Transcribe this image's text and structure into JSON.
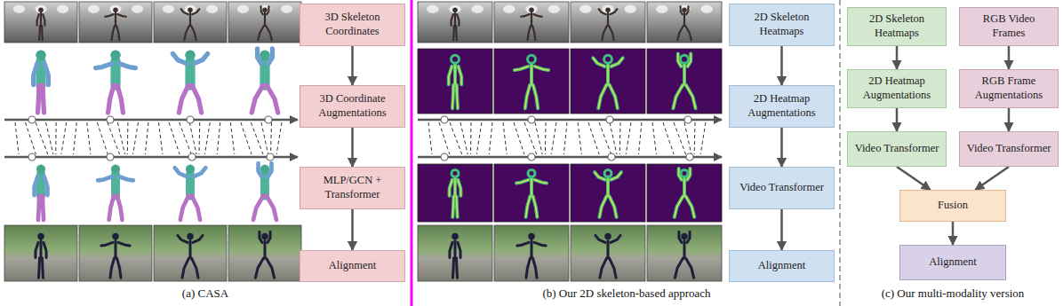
{
  "diagram": {
    "nodes": [
      {
        "text": [
          "3D Skeleton Coordinates"
        ]
      },
      {
        "text": [
          "3D Coordinate Augmentations"
        ]
      },
      {
        "text": [
          "MLP/GCN + Transformer"
        ]
      },
      {
        "text": [
          "Alignment"
        ]
      },
      {
        "text": [
          "2D Skeleton Heatmaps"
        ]
      },
      {
        "text": [
          "2D Heatmap Augmentations"
        ]
      },
      {
        "text": [
          "Video Transformer"
        ]
      },
      {
        "text": [
          "Alignment"
        ]
      },
      {
        "text": [
          "2D Skeleton Heatmaps"
        ]
      },
      {
        "text": [
          "RGB Video Frames"
        ]
      },
      {
        "text": [
          "2D Heatmap Augmentations"
        ]
      },
      {
        "text": [
          "RGB Frame Augmentations"
        ]
      },
      {
        "text": [
          "Video Transformer"
        ]
      },
      {
        "text": [
          "Video Transformer"
        ]
      },
      {
        "text": [
          "Fusion"
        ]
      },
      {
        "text": [
          "Alignment"
        ]
      }
    ],
    "edges": [
      {
        "from": 0,
        "to": 1,
        "arrow": "to"
      },
      {
        "from": 1,
        "to": 2,
        "arrow": "to"
      },
      {
        "from": 2,
        "to": 3,
        "arrow": "to"
      },
      {
        "from": 4,
        "to": 5,
        "arrow": "to"
      },
      {
        "from": 5,
        "to": 6,
        "arrow": "to"
      },
      {
        "from": 6,
        "to": 7,
        "arrow": "to"
      },
      {
        "from": 8,
        "to": 10,
        "arrow": "to"
      },
      {
        "from": 10,
        "to": 12,
        "arrow": "to"
      },
      {
        "from": 9,
        "to": 11,
        "arrow": "to"
      },
      {
        "from": 11,
        "to": 13,
        "arrow": "to"
      },
      {
        "from": 12,
        "to": 14,
        "arrow": "to"
      },
      {
        "from": 13,
        "to": 14,
        "arrow": "to"
      },
      {
        "from": 14,
        "to": 15,
        "arrow": "to"
      }
    ],
    "labels": [
      "(a) CASA",
      "(b) Our 2D skeleton-based approach",
      "(c) Our multi-modality version"
    ]
  }
}
